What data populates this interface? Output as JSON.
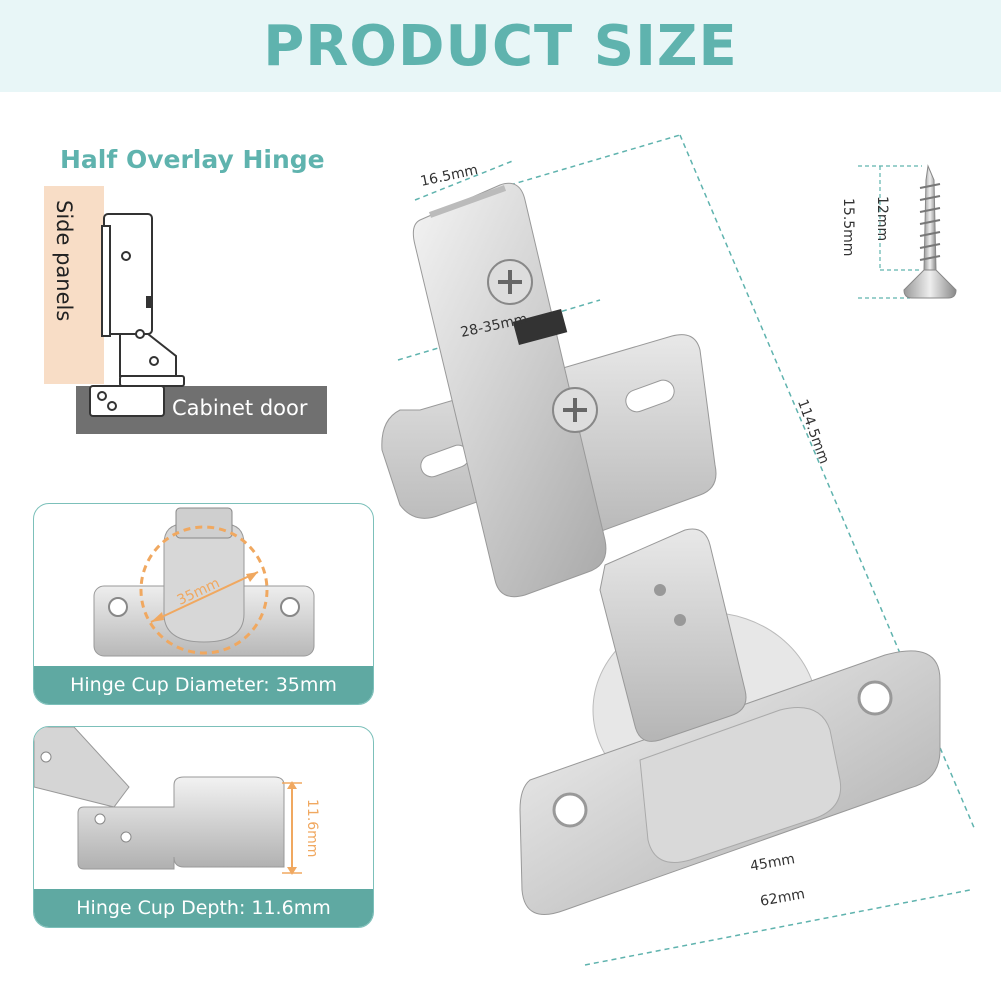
{
  "header": {
    "title": "PRODUCT SIZE"
  },
  "diagram": {
    "subtitle": "Half Overlay Hinge",
    "side_panels_label": "Side panels",
    "cabinet_door_label": "Cabinet door"
  },
  "cards": {
    "cup_diameter": {
      "caption": "Hinge Cup Diameter: 35mm",
      "dimension": "35mm"
    },
    "cup_depth": {
      "caption": "Hinge Cup Depth: 11.6mm",
      "dimension": "11.6mm"
    }
  },
  "dimensions": {
    "arm_width": "16.5mm",
    "plate_holes": "28-35mm",
    "total_length": "114.5mm",
    "hole_spacing": "45mm",
    "plate_width": "62mm",
    "screw_length": "15.5mm",
    "screw_thread": "12mm"
  },
  "colors": {
    "accent": "#5fb3ae",
    "banner_bg": "#e8f6f7",
    "side_panel": "#f8ddc6",
    "cabinet_door": "#707070",
    "orange_dim": "#f0a860"
  }
}
